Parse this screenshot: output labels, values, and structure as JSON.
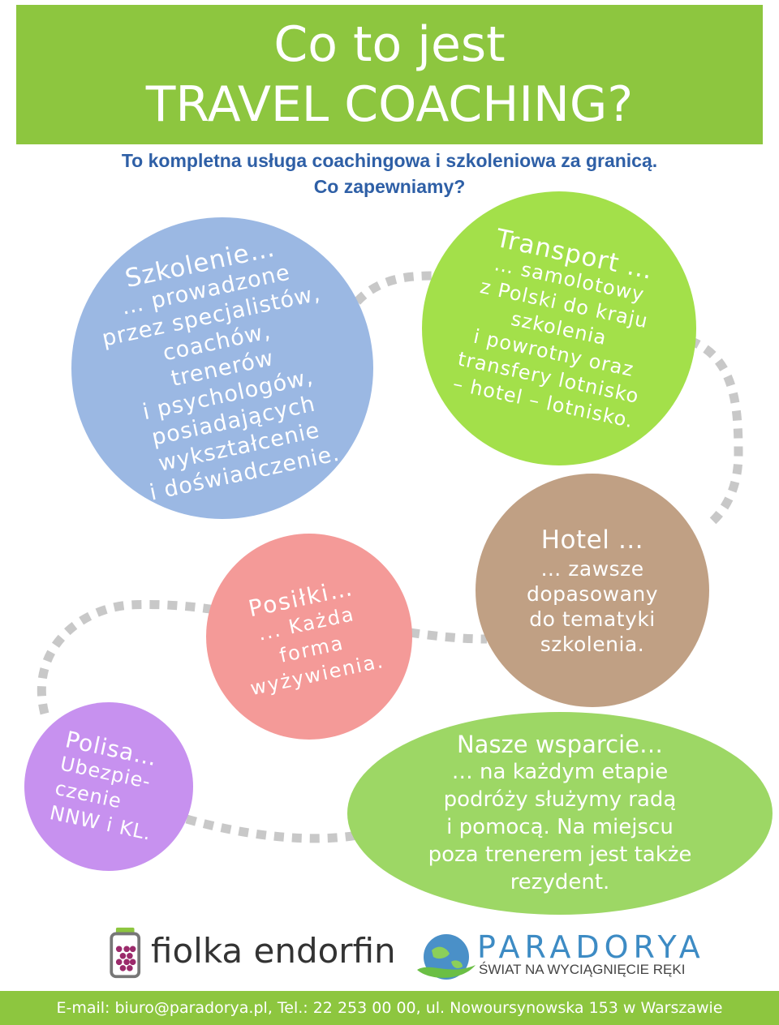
{
  "header": {
    "line1": "Co to jest",
    "line2": "TRAVEL COACHING?"
  },
  "subtitle": {
    "line1": "To kompletna usługa coachingowa i szkoleniowa za granicą.",
    "line2": "Co zapewniamy?"
  },
  "bubbles": {
    "szkolenie": {
      "title": "Szkolenie…",
      "lines": [
        "… prowadzone",
        "przez  specjalistów,",
        "coachów,",
        "trenerów",
        "i psychologów,",
        "posiadających",
        "wykształcenie",
        "i doświadczenie."
      ]
    },
    "transport": {
      "title": "Transport …",
      "lines": [
        "… samolotowy",
        "z Polski do kraju",
        "szkolenia",
        "i powrotny oraz",
        "transfery lotnisko",
        "– hotel – lotnisko."
      ]
    },
    "hotel": {
      "title": "Hotel …",
      "lines": [
        "… zawsze",
        "dopasowany",
        "do tematyki",
        "szkolenia."
      ]
    },
    "posilki": {
      "title": "Posiłki…",
      "lines": [
        "... Każda",
        "forma",
        "wyżywienia."
      ]
    },
    "polisa": {
      "title": "Polisa…",
      "lines": [
        "Ubezpie-",
        "czenie",
        "NNW i KL."
      ]
    },
    "wsparcie": {
      "title": "Nasze wsparcie…",
      "lines": [
        "… na każdym etapie",
        "podróży służymy radą",
        "i pomocą. Na miejscu",
        "poza trenerem jest także",
        "rezydent."
      ]
    }
  },
  "logos": {
    "fiolka": "fiolka endorfin",
    "paradorya": "PARADORYA",
    "paradorya_tagline": "ŚWIAT NA WYCIĄGNIĘCIE RĘKI"
  },
  "footer": {
    "contact": "E-mail: biuro@paradorya.pl,  Tel.: 22 253 00 00,   ul. Nowoursynowska 153 w Warszawie"
  },
  "colors": {
    "header_green": "#8dc63f",
    "subtitle_blue": "#2e5fa6",
    "szkolenie_blue": "#9bb8e3",
    "transport_green": "#a3e04a",
    "hotel_brown": "#c0a084",
    "posilki_pink": "#f49a98",
    "polisa_purple": "#c791ef",
    "wsparcie_green": "#9dd765",
    "connector_gray": "#c8c8c8"
  }
}
